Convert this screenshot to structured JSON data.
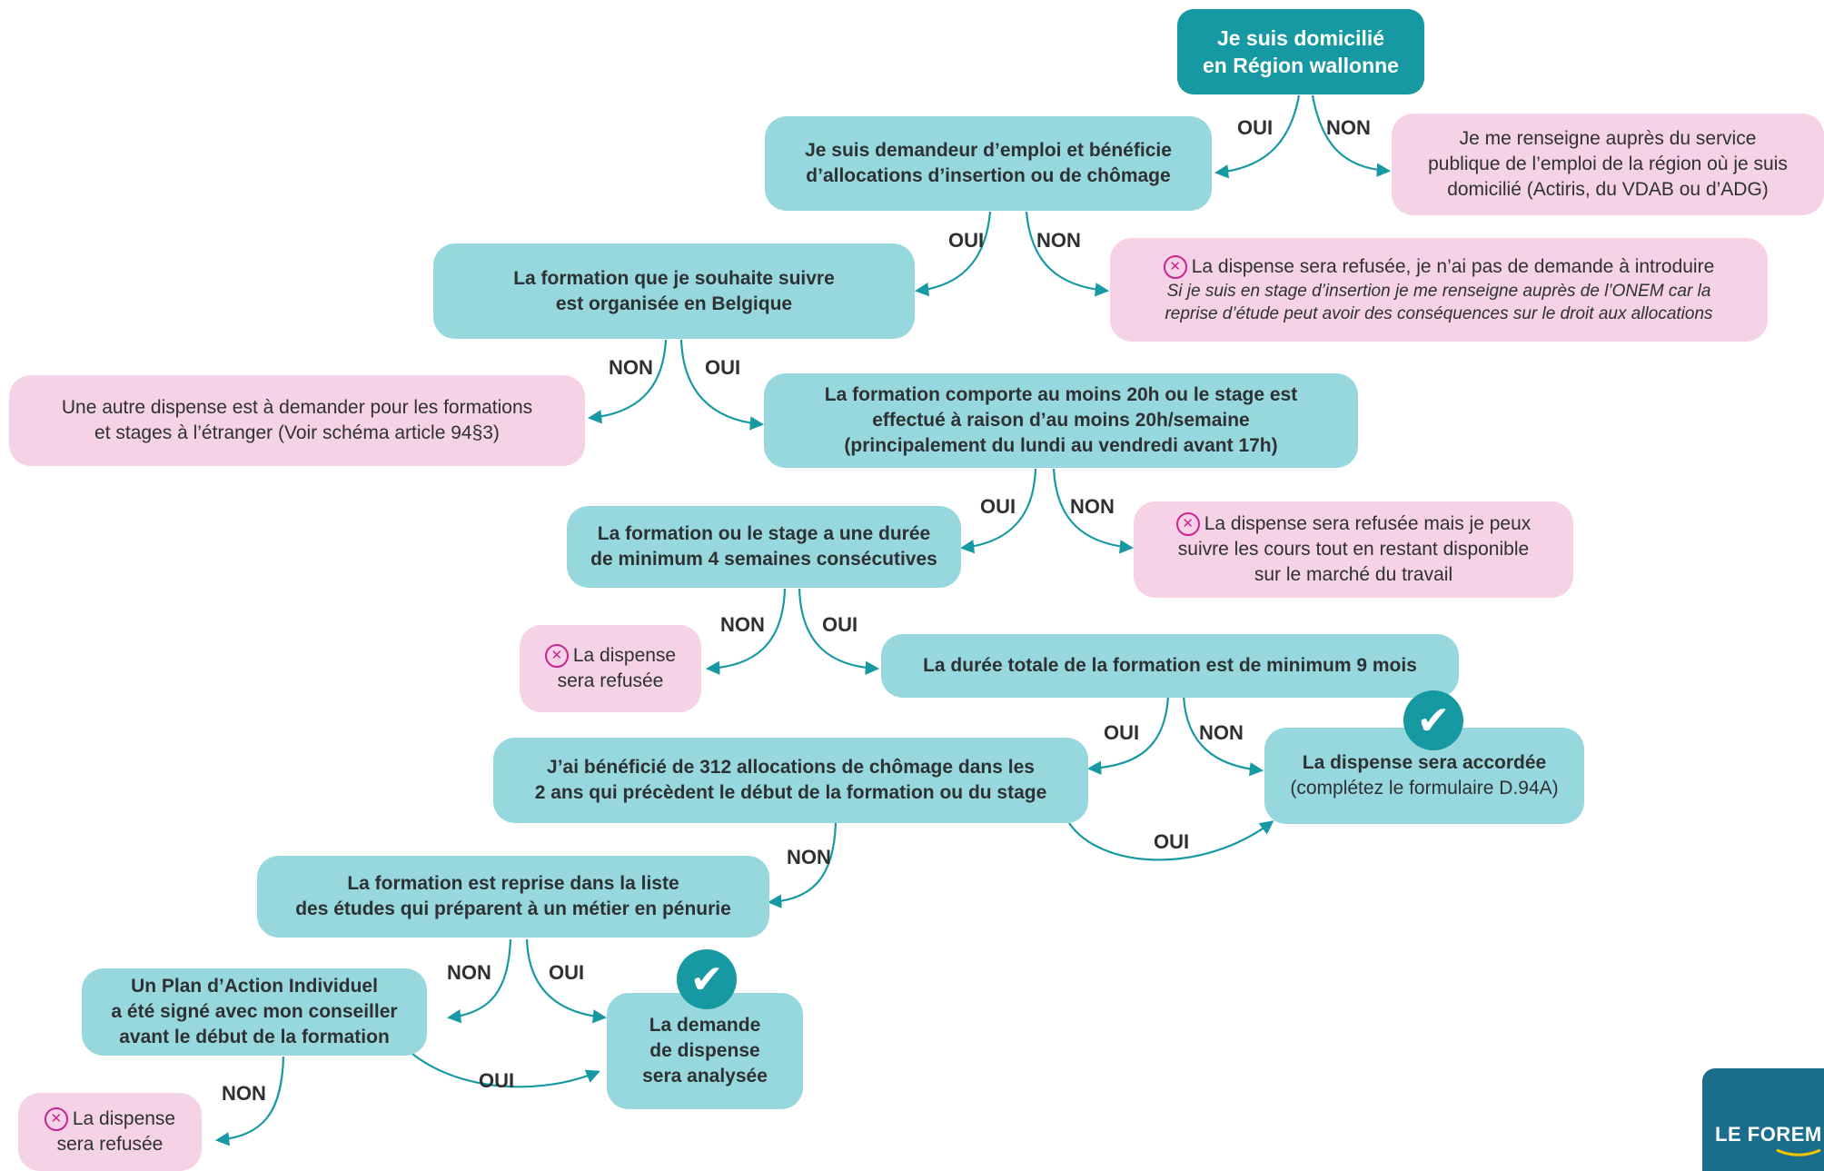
{
  "nodes": {
    "start": [
      "Je suis domicilié",
      "en Région wallonne"
    ],
    "q1": [
      "Je suis demandeur d’emploi et bénéficie",
      "d’allocations d’insertion ou de chômage"
    ],
    "r1": [
      "Je me renseigne auprès du service",
      "publique de l’emploi de la région où je suis",
      "domicilié (Actiris, du VDAB ou d’ADG)"
    ],
    "q2": [
      "La formation que je souhaite suivre",
      "est organisée en Belgique"
    ],
    "r2": {
      "main": "La dispense sera refusée, je n’ai pas de demande à introduire",
      "note1": "Si je suis en stage d’insertion je me renseigne auprès de l’ONEM car la",
      "note2": "reprise d’étude peut avoir des conséquences sur le droit aux allocations"
    },
    "r3": [
      "Une autre dispense est à demander pour les formations",
      "et stages à l’étranger (Voir schéma article 94§3)"
    ],
    "q3": [
      "La formation comporte au moins 20h ou le stage est",
      "effectué à raison d’au moins 20h/semaine",
      "(principalement du lundi au vendredi avant 17h)"
    ],
    "q4": [
      "La formation ou le stage a une durée",
      "de minimum 4 semaines consécutives"
    ],
    "r4": [
      "La dispense sera refusée mais je peux",
      "suivre les cours tout en restant disponible",
      "sur le marché du travail"
    ],
    "r5": [
      "La dispense",
      "sera refusée"
    ],
    "q5": "La durée totale de la formation est de minimum 9 mois",
    "q6": [
      "J’ai bénéficié de 312 allocations de chômage dans les",
      "2 ans qui précèdent le début de la formation ou du stage"
    ],
    "ok1": [
      "La dispense sera accordée",
      "(complétez le formulaire D.94A)"
    ],
    "q7": [
      "La formation est reprise dans la liste",
      "des études qui préparent à un métier en pénurie"
    ],
    "q8": [
      "Un Plan d’Action Individuel",
      "a été signé avec mon conseiller",
      "avant le début de la formation"
    ],
    "ok2": [
      "La demande",
      "de dispense",
      "sera analysée"
    ],
    "r6": [
      "La dispense",
      "sera refusée"
    ]
  },
  "labels": {
    "oui": "OUI",
    "non": "NON"
  },
  "logo": {
    "line1": "LE",
    "line2": "FOREM"
  },
  "colors": {
    "question_box": "#96d8dd",
    "result_box": "#f6d2e7",
    "start_box": "#1799a3",
    "arrow": "#1799a3",
    "refused_icon": "#c8258f",
    "logo": "#1a6e8c"
  },
  "icons": {
    "refused": "x-circle-icon",
    "approved": "check-circle-icon"
  }
}
